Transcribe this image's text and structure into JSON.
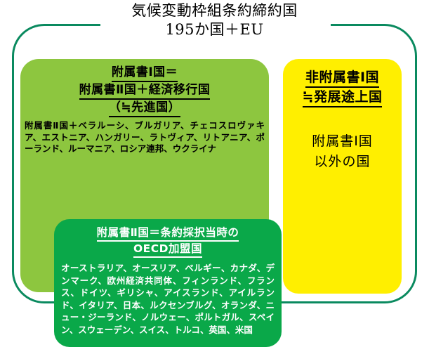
{
  "title": {
    "line1": "気候変動枠組条約締約国",
    "line2": "195か国＋EU"
  },
  "annex1": {
    "heading_line1": "附属書Ⅰ国＝",
    "heading_line2": "附属書Ⅱ国＋経済移行国",
    "heading_line3": "（≒先進国）",
    "body": "附属書Ⅱ国＋ベラルーシ、ブルガリア、チェコスロヴァキア、エストニア、ハンガリー、ラトヴィア、リトアニア、ポーランド、ルーマニア、ロシア連邦、ウクライナ"
  },
  "annex2": {
    "heading_line1": "附属書Ⅱ国＝条約採択当時の",
    "heading_line2": "OECD加盟国",
    "body": "オーストラリア、オースリア、ベルギー、カナダ、デンマーク、欧州経済共同体、フィンランド、フランス、ドイツ、ギリシャ、アイスランド、アイルランド、イタリア、日本、ルクセンブルグ、オランダ、ニュー・ジーランド、ノルウェー、ポルトガル、スペイン、スウェーデン、スイス、トルコ、英国、米国"
  },
  "non_annex1": {
    "heading_line1": "非附属書Ⅰ国",
    "heading_line2": "≒発展途上国",
    "body_line1": "附属書Ⅰ国",
    "body_line2": "以外の国"
  },
  "colors": {
    "outer_border": "#0a8a5f",
    "annex1_fill": "#8dc63f",
    "annex2_fill": "#0aa849",
    "non_annex1_fill": "#ffef00",
    "text_dark": "#000000",
    "text_light": "#ffffff"
  }
}
